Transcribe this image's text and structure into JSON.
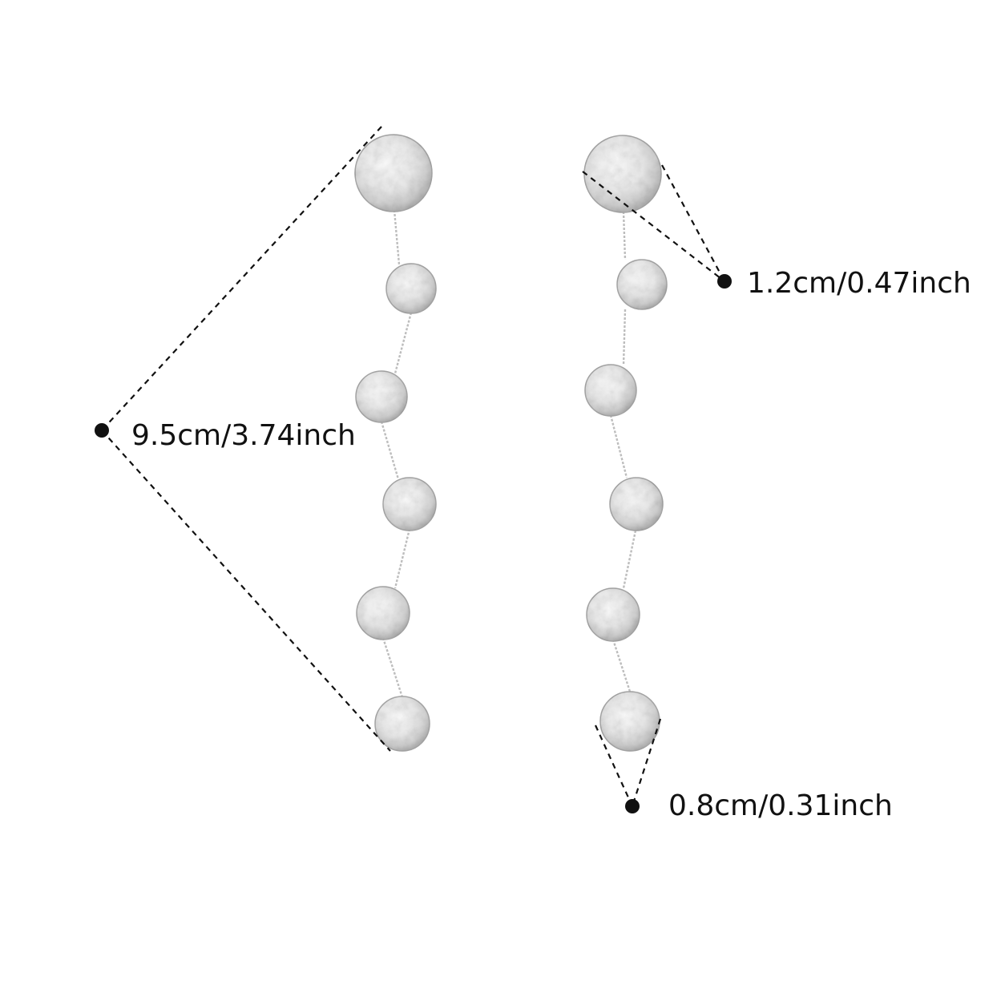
{
  "image": {
    "subject": "earrings-product-dimension-diagram",
    "colors": {
      "background": "#ffffff",
      "metal_light": "#f4f4f4",
      "metal_mid": "#d8d8d8",
      "metal_dark": "#a9a9a9",
      "ink": "#111111"
    }
  },
  "dimensions": {
    "total_length": "9.5cm/3.74inch",
    "top_disc_diameter": "1.2cm/0.47inch",
    "bottom_disc_diameter": "0.8cm/0.31inch"
  }
}
